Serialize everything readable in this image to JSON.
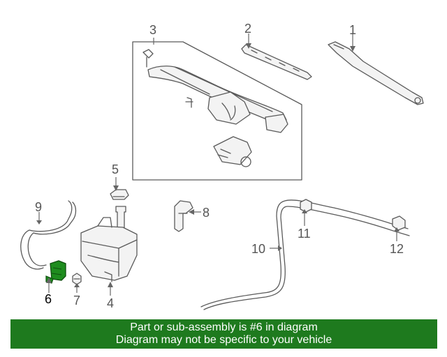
{
  "callouts": {
    "p1": "1",
    "p2": "2",
    "p3": "3",
    "p4": "4",
    "p5": "5",
    "p6": "6",
    "p7": "7",
    "p8": "8",
    "p9": "9",
    "p10": "10",
    "p11": "11",
    "p12": "12"
  },
  "banner": {
    "line1": "Part or sub-assembly is #6 in diagram",
    "line2": "Diagram may not be specific to your vehicle"
  },
  "colors": {
    "highlight_part": "#1e8c1e",
    "banner_bg": "#1e7a1e",
    "banner_text": "#ffffff"
  }
}
